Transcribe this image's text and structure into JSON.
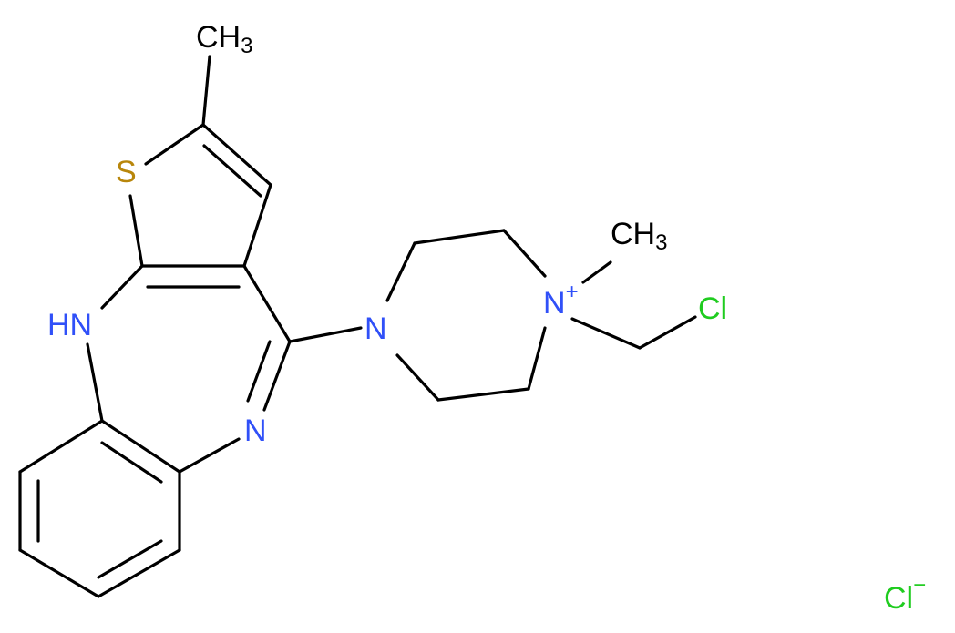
{
  "molecule": {
    "atoms": {
      "methyl_top": {
        "main": "CH",
        "sub": "3"
      },
      "sulfur": "S",
      "nh": "HN",
      "imine_n": "N",
      "pip_n": "N",
      "quat_n": "N",
      "quat_charge": "+",
      "methyl_right": {
        "main": "CH",
        "sub": "3"
      },
      "chloro": "Cl",
      "counterion": "Cl",
      "counterion_charge": "−"
    },
    "colors": {
      "bond": "#000000",
      "carbon": "#000000",
      "nitrogen": "#3050F8",
      "sulfur": "#B8860B",
      "chlorine": "#1FCC1F"
    }
  }
}
